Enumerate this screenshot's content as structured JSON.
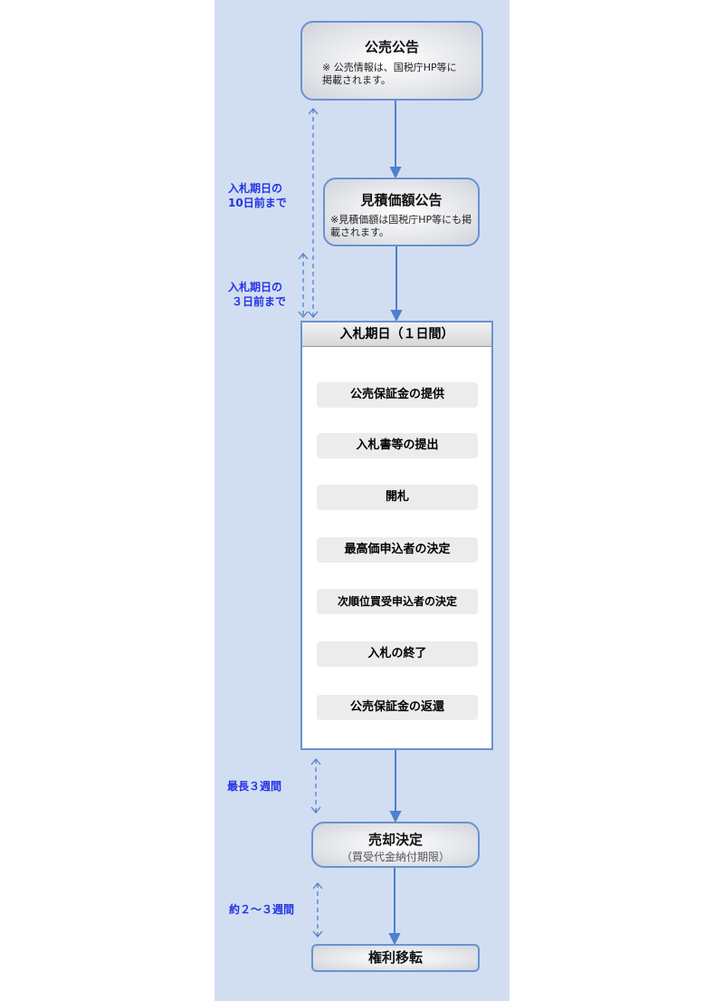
{
  "notice": {
    "title": "公売公告",
    "note": "※ 公売情報は、国税庁HP等に掲載されます。"
  },
  "estimate": {
    "title": "見積価額公告",
    "note": "※見積価額は国税庁HP等にも掲載されます。"
  },
  "bidding": {
    "title": "入札期日（１日間）",
    "steps": [
      "公売保証金の提供",
      "入札書等の提出",
      "開札",
      "最高価申込者の決定",
      "次順位買受申込者の決定",
      "入札の終了",
      "公売保証金の返還"
    ]
  },
  "sale": {
    "title": "売却決定",
    "note": "（買受代金納付期限）"
  },
  "transfer": {
    "title": "権利移転"
  },
  "labels": {
    "ten_days_1": "入札期日の",
    "ten_days_2": "10日前まで",
    "three_days_1": "入札期日の",
    "three_days_2": "３日前まで",
    "max_weeks": "最長３週間",
    "approx_weeks": "約２～３週間"
  }
}
